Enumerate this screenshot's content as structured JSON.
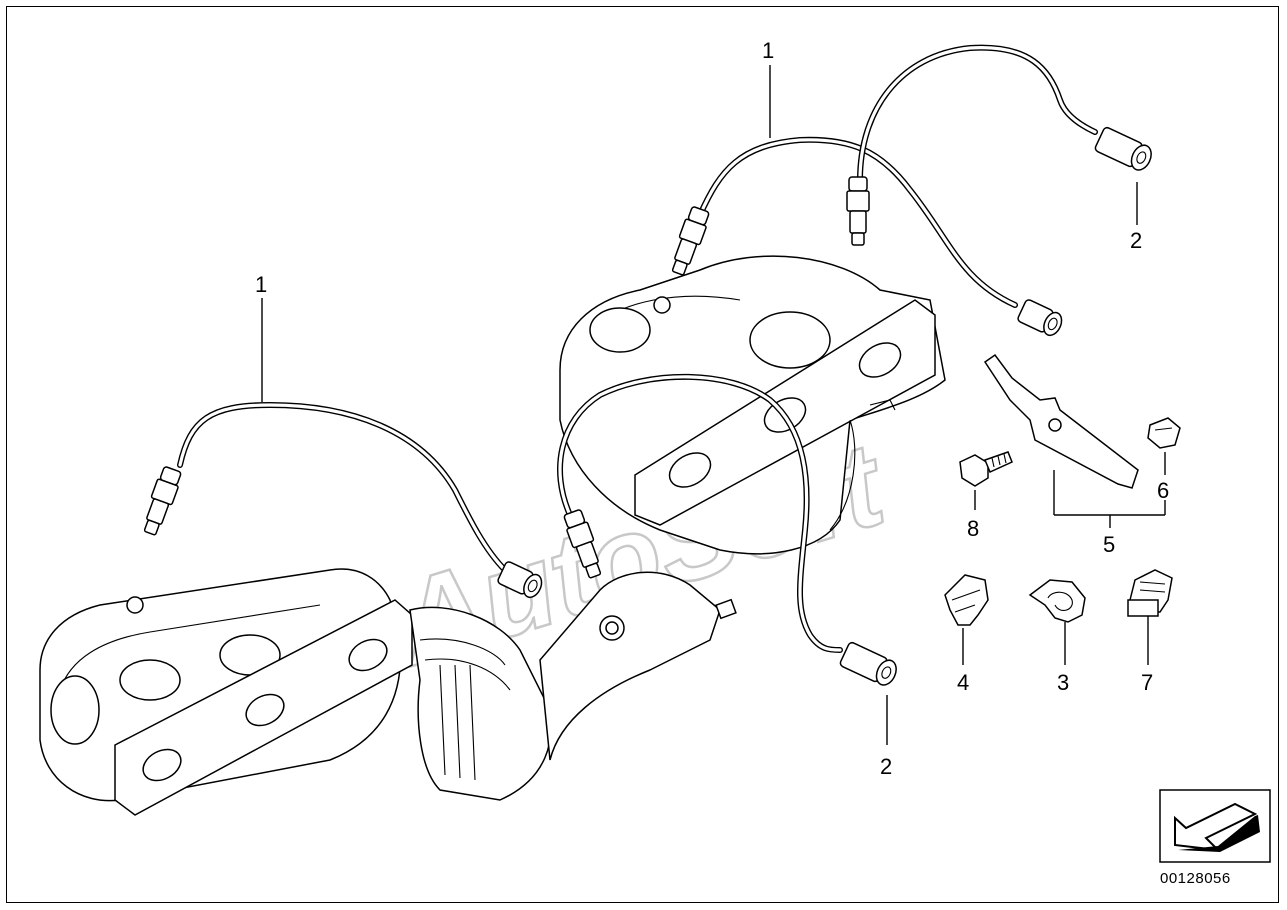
{
  "diagram": {
    "callouts": [
      {
        "id": "c1a",
        "text": "1"
      },
      {
        "id": "c1b",
        "text": "1"
      },
      {
        "id": "c2a",
        "text": "2"
      },
      {
        "id": "c2b",
        "text": "2"
      },
      {
        "id": "c3",
        "text": "3"
      },
      {
        "id": "c4",
        "text": "4"
      },
      {
        "id": "c5",
        "text": "5"
      },
      {
        "id": "c6",
        "text": "6"
      },
      {
        "id": "c7",
        "text": "7"
      },
      {
        "id": "c8",
        "text": "8"
      }
    ],
    "watermark": "AutoSoft",
    "diagram_number": "00128056",
    "colors": {
      "line": "#000000",
      "watermark": "#c8c8c8",
      "background": "#ffffff"
    }
  }
}
